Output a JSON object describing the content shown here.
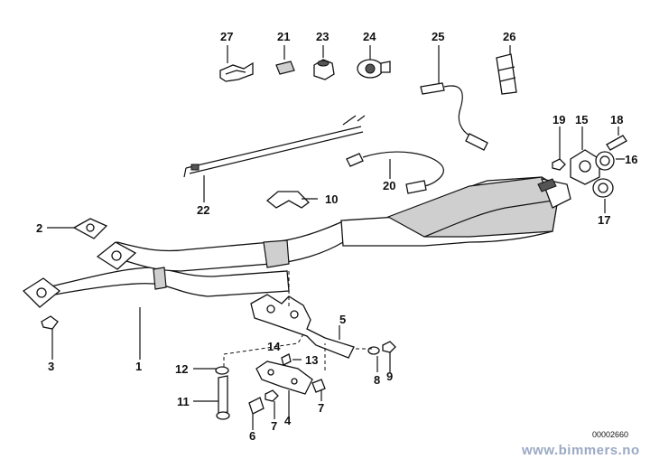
{
  "diagram": {
    "callouts": [
      {
        "id": "p1",
        "label": "1"
      },
      {
        "id": "p2",
        "label": "2"
      },
      {
        "id": "p3",
        "label": "3"
      },
      {
        "id": "p4",
        "label": "4"
      },
      {
        "id": "p5",
        "label": "5"
      },
      {
        "id": "p6",
        "label": "6"
      },
      {
        "id": "p7a",
        "label": "7"
      },
      {
        "id": "p7b",
        "label": "7"
      },
      {
        "id": "p8",
        "label": "8"
      },
      {
        "id": "p9",
        "label": "9"
      },
      {
        "id": "p10",
        "label": "10"
      },
      {
        "id": "p11",
        "label": "11"
      },
      {
        "id": "p12",
        "label": "12"
      },
      {
        "id": "p13",
        "label": "13"
      },
      {
        "id": "p14",
        "label": "14"
      },
      {
        "id": "p15",
        "label": "15"
      },
      {
        "id": "p16",
        "label": "16"
      },
      {
        "id": "p17",
        "label": "17"
      },
      {
        "id": "p18",
        "label": "18"
      },
      {
        "id": "p19",
        "label": "19"
      },
      {
        "id": "p20",
        "label": "20"
      },
      {
        "id": "p21",
        "label": "21"
      },
      {
        "id": "p22",
        "label": "22"
      },
      {
        "id": "p23",
        "label": "23"
      },
      {
        "id": "p24",
        "label": "24"
      },
      {
        "id": "p25",
        "label": "25"
      },
      {
        "id": "p26",
        "label": "26"
      },
      {
        "id": "p27",
        "label": "27"
      }
    ],
    "reference_number": "00002660",
    "watermark": "www.bimmers.no"
  }
}
